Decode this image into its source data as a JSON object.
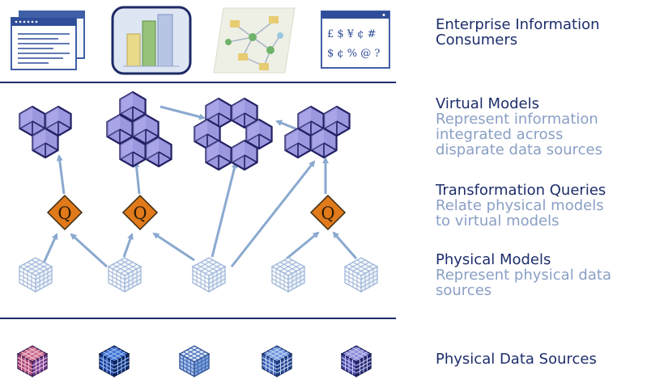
{
  "labels": {
    "consumers": {
      "title": "Enterprise Information Consumers",
      "line1": "Enterprise Information",
      "line2": "Consumers"
    },
    "virtual": {
      "title": "Virtual Models",
      "sub1": "Represent information",
      "sub2": "integrated across",
      "sub3": "disparate data sources"
    },
    "transform": {
      "title": "Transformation Queries",
      "sub1": "Relate physical models",
      "sub2": "to virtual models"
    },
    "physical": {
      "title": "Physical Models",
      "sub1": "Represent physical data",
      "sub2": "sources"
    },
    "sources": {
      "title": "Physical Data Sources"
    }
  },
  "query_letter": "Q",
  "icons": [
    "report-window-icon",
    "bar-chart-icon",
    "network-graph-icon",
    "currency-symbols-icon"
  ],
  "currency_text": {
    "row1": "£ $ ¥ ¢ #",
    "row2": "$ ¢ % @ ?"
  },
  "colors": {
    "title": "#1d2e6b",
    "subtitle": "#8a9fc5",
    "divider": "#1f2a6b",
    "hex_fill": "#9b98e0",
    "hex_stroke": "#232063",
    "query_fill": "#e07a1a",
    "arrow": "#8aa9cf",
    "cube_stroke": "#9fb6d8"
  }
}
